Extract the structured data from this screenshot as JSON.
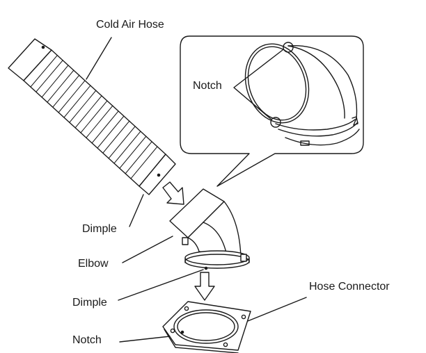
{
  "labels": {
    "cold_air_hose": "Cold Air Hose",
    "notch_top": "Notch",
    "dimple_1": "Dimple",
    "elbow": "Elbow",
    "dimple_2": "Dimple",
    "hose_connector": "Hose Connector",
    "notch_bottom": "Notch"
  },
  "colors": {
    "line": "#1a1a1a",
    "fill": "#ffffff",
    "arrow_fill": "#ffffff"
  }
}
